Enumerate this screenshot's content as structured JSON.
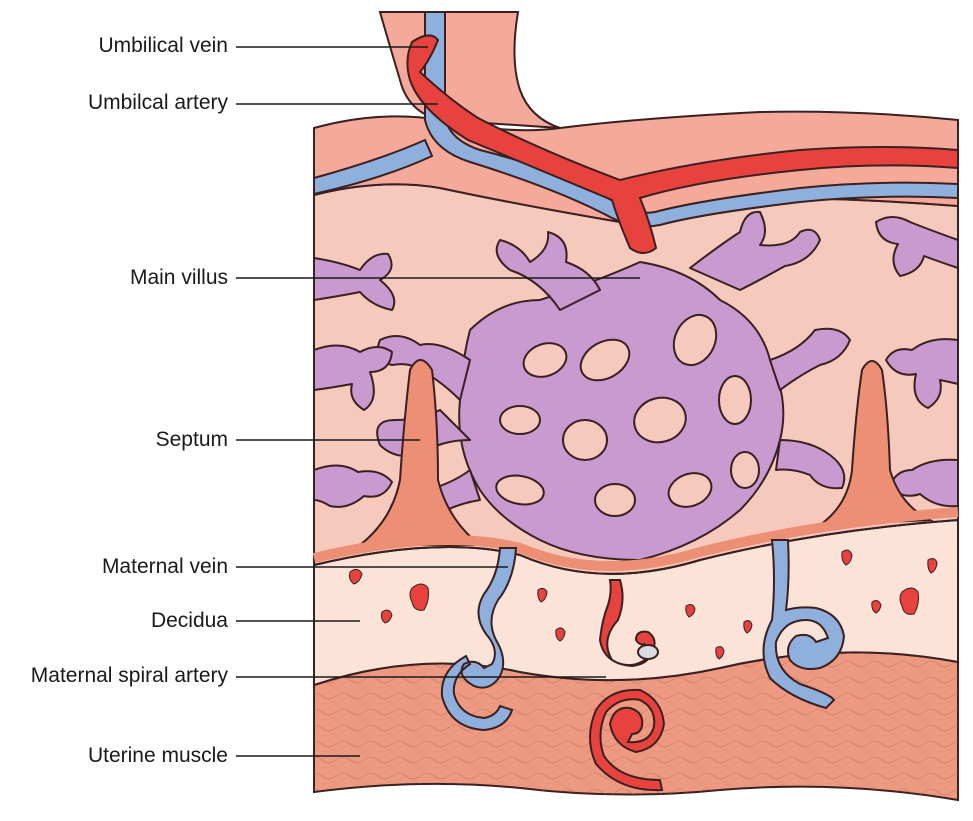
{
  "labels": {
    "umbilical_vein": "Umbilical vein",
    "umbilical_artery": "Umbilcal artery",
    "main_villus": "Main villus",
    "septum": "Septum",
    "maternal_vein": "Maternal vein",
    "decidua": "Decidua",
    "maternal_spiral_artery": "Maternal spiral artery",
    "uterine_muscle": "Uterine muscle"
  },
  "colors": {
    "artery": "#e8423f",
    "vein": "#8fb0dc",
    "villus": "#c99ad0",
    "intervillous_space": "#f6c9bd",
    "septum": "#ec8f74",
    "decidua": "#fbe3d8",
    "muscle": "#ee9a82",
    "cord": "#f4a99a"
  }
}
